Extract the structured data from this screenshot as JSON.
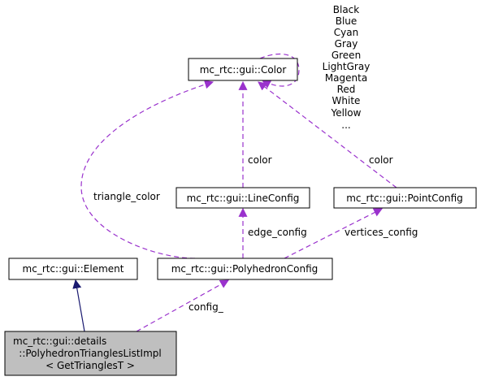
{
  "nodes": {
    "color": "mc_rtc::gui::Color",
    "line_config": "mc_rtc::gui::LineConfig",
    "point_config": "mc_rtc::gui::PointConfig",
    "element": "mc_rtc::gui::Element",
    "polyhedron_config": "mc_rtc::gui::PolyhedronConfig",
    "main_class": {
      "line1": "mc_rtc::gui::details",
      "line2": "::PolyhedronTrianglesListImpl",
      "line3": "< GetTrianglesT >"
    }
  },
  "color_members": [
    "Black",
    "Blue",
    "Cyan",
    "Gray",
    "Green",
    "LightGray",
    "Magenta",
    "Red",
    "White",
    "Yellow",
    "..."
  ],
  "edge_labels": {
    "line_color": "color",
    "point_color": "color",
    "triangle_color": "triangle_color",
    "edge_config": "edge_config",
    "vertices_config": "vertices_config",
    "config": "config_"
  },
  "colors": {
    "usage_edge": "#9a32cd",
    "inheritance_edge": "#191970",
    "main_fill": "#bfbfbf",
    "node_border": "#000000"
  }
}
